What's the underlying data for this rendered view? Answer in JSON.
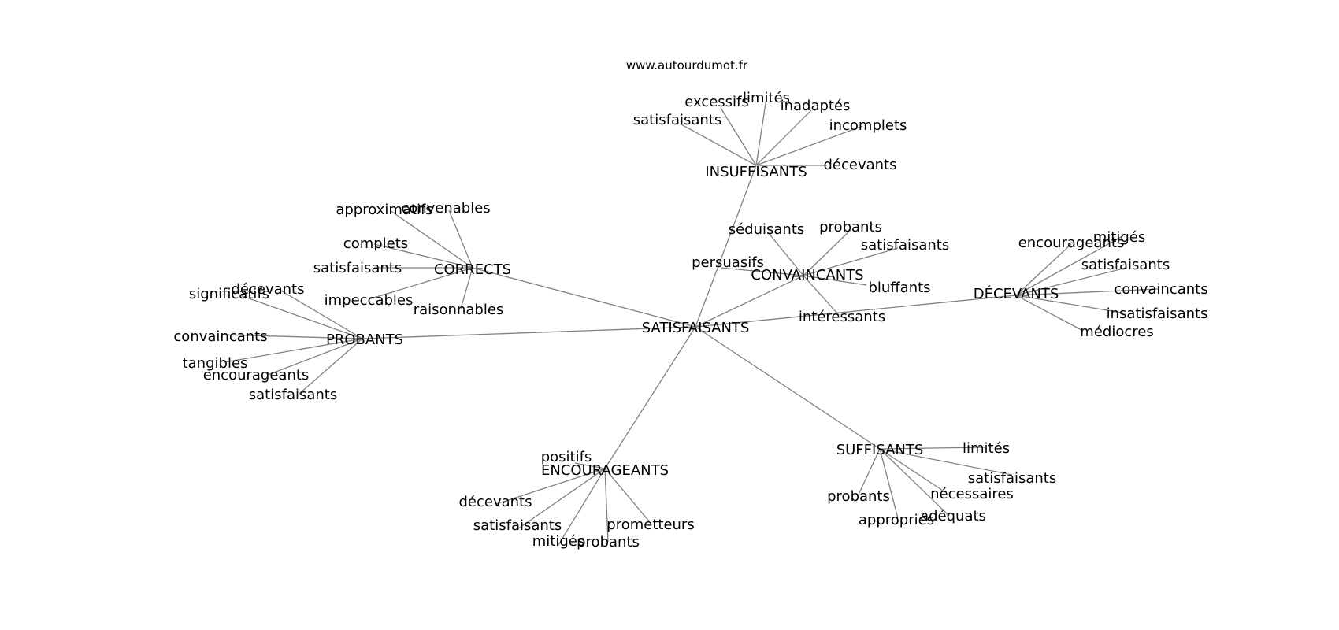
{
  "watermark": "www.autourdumot.fr",
  "colors": {
    "background": "#ffffff",
    "edge": "#808080",
    "text": "#000000"
  },
  "graph": {
    "center": "SATISFAISANTS",
    "hubs": [
      {
        "id": "insuffisants",
        "label": "INSUFFISANTS",
        "leaves": [
          "satisfaisants",
          "excessifs",
          "limités",
          "inadaptés",
          "incomplets",
          "décevants"
        ]
      },
      {
        "id": "convaincants",
        "label": "CONVAINCANTS",
        "leaves": [
          "séduisants",
          "probants",
          "satisfaisants",
          "bluffants",
          "intéressants",
          "persuasifs"
        ]
      },
      {
        "id": "decevants",
        "label": "DÉCEVANTS",
        "leaves": [
          "encourageants",
          "mitigés",
          "satisfaisants",
          "convaincants",
          "insatisfaisants",
          "médiocres"
        ]
      },
      {
        "id": "corrects",
        "label": "CORRECTS",
        "leaves": [
          "approximatifs",
          "convenables",
          "complets",
          "satisfaisants",
          "impeccables",
          "raisonnables"
        ]
      },
      {
        "id": "probants",
        "label": "PROBANTS",
        "leaves": [
          "significatifs",
          "décevants",
          "convaincants",
          "tangibles",
          "encourageants",
          "satisfaisants"
        ]
      },
      {
        "id": "encourageants",
        "label": "ENCOURAGEANTS",
        "leaves": [
          "positifs",
          "décevants",
          "satisfaisants",
          "mitigés",
          "probants",
          "prometteurs"
        ]
      },
      {
        "id": "suffisants",
        "label": "SUFFISANTS",
        "leaves": [
          "limités",
          "satisfaisants",
          "nécessaires",
          "adéquats",
          "appropriés",
          "probants"
        ]
      }
    ]
  }
}
